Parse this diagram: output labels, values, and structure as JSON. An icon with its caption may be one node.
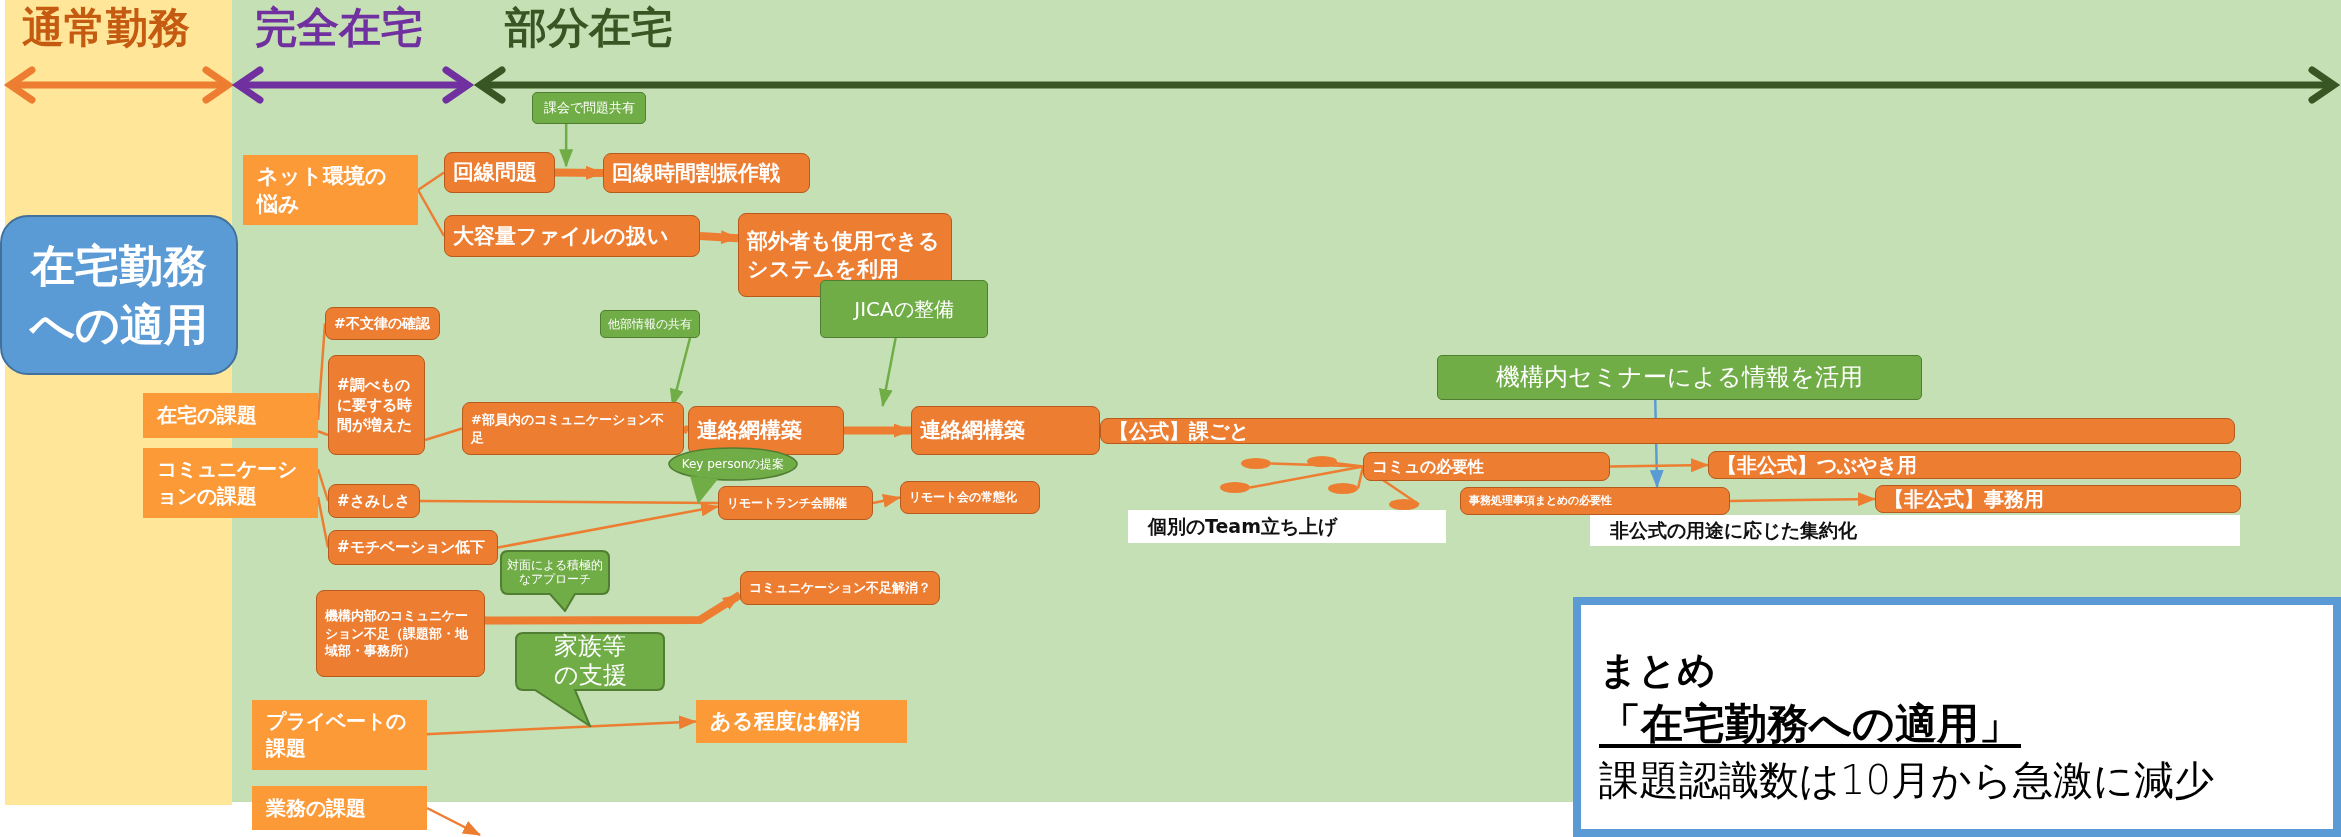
{
  "diagram": {
    "nodes": [
      {
        "text": [
          "在宅勤務への適用"
        ]
      },
      {
        "text": [
          "ネット環境の悩み"
        ]
      },
      {
        "text": [
          "回線問題"
        ]
      },
      {
        "text": [
          "回線時間割振作戦"
        ]
      },
      {
        "text": [
          "課会で問題共有"
        ]
      },
      {
        "text": [
          "大容量ファイルの扱い"
        ]
      },
      {
        "text": [
          "部外者も使用できるシステムを利用"
        ]
      },
      {
        "text": [
          "JICAの整備"
        ]
      },
      {
        "text": [
          "#不文律の確認"
        ]
      },
      {
        "text": [
          "#調べものに要する時間が増えた"
        ]
      },
      {
        "text": [
          "在宅の課題"
        ]
      },
      {
        "text": [
          "コミュニケーションの課題"
        ]
      },
      {
        "text": [
          "他部情報の共有"
        ]
      },
      {
        "text": [
          "#部員内のコミュニケーション不足"
        ]
      },
      {
        "text": [
          "連絡網構築"
        ]
      },
      {
        "text": [
          "連絡網構築"
        ]
      },
      {
        "text": [
          "【公式】課ごと"
        ]
      },
      {
        "text": [
          "Key personの提案"
        ]
      },
      {
        "text": [
          "#さみしさ"
        ]
      },
      {
        "text": [
          "リモートランチ会開催"
        ]
      },
      {
        "text": [
          "リモート会の常態化"
        ]
      },
      {
        "text": [
          "#モチベーション低下"
        ]
      },
      {
        "text": [
          "対面による積極的なアプローチ"
        ]
      },
      {
        "text": [
          "機構内部のコミュニケーション不足（課題部・地域部・事務所）"
        ]
      },
      {
        "text": [
          "コミュニケーション不足解消？"
        ]
      },
      {
        "text": [
          "家族等の支援"
        ]
      },
      {
        "text": [
          "プライベートの課題"
        ]
      },
      {
        "text": [
          "ある程度は解消"
        ]
      },
      {
        "text": [
          "業務の課題"
        ]
      },
      {
        "text": [
          "機構内セミナーによる情報を活用"
        ]
      },
      {
        "text": [
          "コミュの必要性"
        ]
      },
      {
        "text": [
          "【非公式】つぶやき用"
        ]
      },
      {
        "text": [
          "事務処理事項まとめの必要性"
        ]
      },
      {
        "text": [
          "【非公式】事務用"
        ]
      },
      {
        "text": [
          "個別のTeam立ち上げ"
        ]
      },
      {
        "text": [
          "非公式の用途に応じた集約化"
        ]
      },
      {
        "text": [
          "まとめ",
          "「在宅勤務への適用」",
          "課題認識数は10月から急激に減少"
        ]
      },
      {
        "text": [],
        "shape": "circle"
      },
      {
        "text": [],
        "shape": "circle"
      },
      {
        "text": [],
        "shape": "circle"
      },
      {
        "text": [],
        "shape": "circle"
      },
      {
        "text": [],
        "shape": "circle"
      }
    ],
    "edges": [
      {
        "from": 1,
        "to": 2,
        "arrow": "none"
      },
      {
        "from": 1,
        "to": 5,
        "arrow": "none"
      },
      {
        "from": 2,
        "to": 3,
        "arrow": "to",
        "style": "thick"
      },
      {
        "from": 4,
        "to": 2,
        "arrow": "to",
        "color": "#70ad47"
      },
      {
        "from": 5,
        "to": 6,
        "arrow": "to",
        "style": "thick"
      },
      {
        "from": 7,
        "to": 15,
        "arrow": "to",
        "color": "#70ad47"
      },
      {
        "from": 12,
        "to": 14,
        "arrow": "to",
        "color": "#70ad47"
      },
      {
        "from": 10,
        "to": 8,
        "arrow": "none"
      },
      {
        "from": 10,
        "to": 9,
        "arrow": "none"
      },
      {
        "from": 9,
        "to": 13,
        "arrow": "none"
      },
      {
        "from": 13,
        "to": 14,
        "arrow": "to",
        "style": "thick"
      },
      {
        "from": 14,
        "to": 15,
        "arrow": "to",
        "style": "thick"
      },
      {
        "from": 11,
        "to": 18,
        "arrow": "none"
      },
      {
        "from": 11,
        "to": 21,
        "arrow": "none"
      },
      {
        "from": 18,
        "to": 19,
        "arrow": "none"
      },
      {
        "from": 21,
        "to": 19,
        "arrow": "to"
      },
      {
        "from": 19,
        "to": 20,
        "arrow": "to"
      },
      {
        "from": 23,
        "to": 24,
        "arrow": "to",
        "style": "thick"
      },
      {
        "from": 26,
        "to": 27,
        "arrow": "to"
      },
      {
        "from": 28,
        "to": null,
        "arrow": "to"
      },
      {
        "from": 29,
        "to": 32,
        "arrow": "to",
        "color": "#5b9bd5"
      },
      {
        "from": 30,
        "to": 31,
        "arrow": "to"
      },
      {
        "from": 32,
        "to": 33,
        "arrow": "to"
      },
      {
        "from": 30,
        "to": 37,
        "arrow": "none"
      },
      {
        "from": 30,
        "to": 38,
        "arrow": "none"
      },
      {
        "from": 30,
        "to": 39,
        "arrow": "none"
      },
      {
        "from": 30,
        "to": 40,
        "arrow": "none"
      },
      {
        "from": 30,
        "to": 41,
        "arrow": "none"
      }
    ],
    "labels": [
      "通常勤務",
      "完全在宅",
      "部分在宅"
    ]
  }
}
